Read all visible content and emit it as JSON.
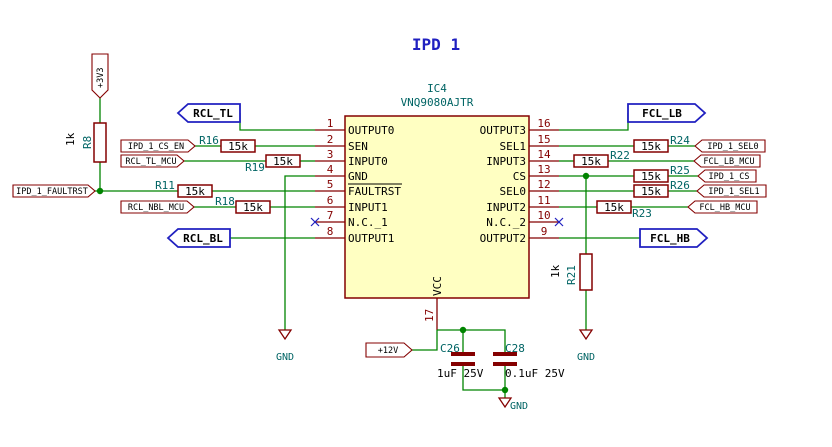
{
  "title": "IPD 1",
  "ic": {
    "ref": "IC4",
    "part": "VNQ9080AJTR",
    "vcc_pin_name": "VCC",
    "vcc_pin_num": "17",
    "left_pins": [
      {
        "num": "1",
        "name": "OUTPUT0"
      },
      {
        "num": "2",
        "name": "SEN"
      },
      {
        "num": "3",
        "name": "INPUT0"
      },
      {
        "num": "4",
        "name": "GND"
      },
      {
        "num": "5",
        "name": "FAULTRST"
      },
      {
        "num": "6",
        "name": "INPUT1"
      },
      {
        "num": "7",
        "name": "N.C._1"
      },
      {
        "num": "8",
        "name": "OUTPUT1"
      }
    ],
    "right_pins": [
      {
        "num": "16",
        "name": "OUTPUT3"
      },
      {
        "num": "15",
        "name": "SEL1"
      },
      {
        "num": "14",
        "name": "INPUT3"
      },
      {
        "num": "13",
        "name": "CS"
      },
      {
        "num": "12",
        "name": "SEL0"
      },
      {
        "num": "11",
        "name": "INPUT2"
      },
      {
        "num": "10",
        "name": "N.C._2"
      },
      {
        "num": "9",
        "name": "OUTPUT2"
      }
    ]
  },
  "resistors": [
    {
      "ref": "R16",
      "value": "15k"
    },
    {
      "ref": "R19",
      "value": "15k"
    },
    {
      "ref": "R11",
      "value": "15k"
    },
    {
      "ref": "R18",
      "value": "15k"
    },
    {
      "ref": "R24",
      "value": "15k"
    },
    {
      "ref": "R22",
      "value": "15k"
    },
    {
      "ref": "R25",
      "value": "15k"
    },
    {
      "ref": "R26",
      "value": "15k"
    },
    {
      "ref": "R23",
      "value": "15k"
    },
    {
      "ref": "R8",
      "value": "1k"
    },
    {
      "ref": "R21",
      "value": "1k"
    }
  ],
  "capacitors": [
    {
      "ref": "C26",
      "value": "1uF 25V"
    },
    {
      "ref": "C28",
      "value": "0.1uF 25V"
    }
  ],
  "global_labels": {
    "ipd1_cs_en": "IPD_1_CS_EN",
    "rcl_tl_mcu": "RCL_TL_MCU",
    "ipd1_faultrst": "IPD_1_FAULTRST",
    "rcl_nbl_mcu": "RCL_NBL_MCU",
    "ipd1_sel0": "IPD_1_SEL0",
    "fcl_lb_mcu": "FCL_LB_MCU",
    "ipd1_cs": "IPD_1_CS",
    "ipd1_sel1": "IPD_1_SEL1",
    "fcl_hb_mcu": "FCL_HB_MCU",
    "v3v3": "+3V3",
    "v12": "+12V"
  },
  "hier_labels": {
    "rcl_tl": "RCL_TL",
    "rcl_bl": "RCL_BL",
    "fcl_lb": "FCL_LB",
    "fcl_hb": "FCL_HB"
  },
  "power": {
    "gnd_left": "GND",
    "gnd_right": "GND",
    "gnd_caps": "GND"
  },
  "colors": {
    "wire": "#008400",
    "symbol": "#840000",
    "symbol_fill": "#ffffc2",
    "reference": "#006464",
    "hier_label": "#2020c0"
  }
}
